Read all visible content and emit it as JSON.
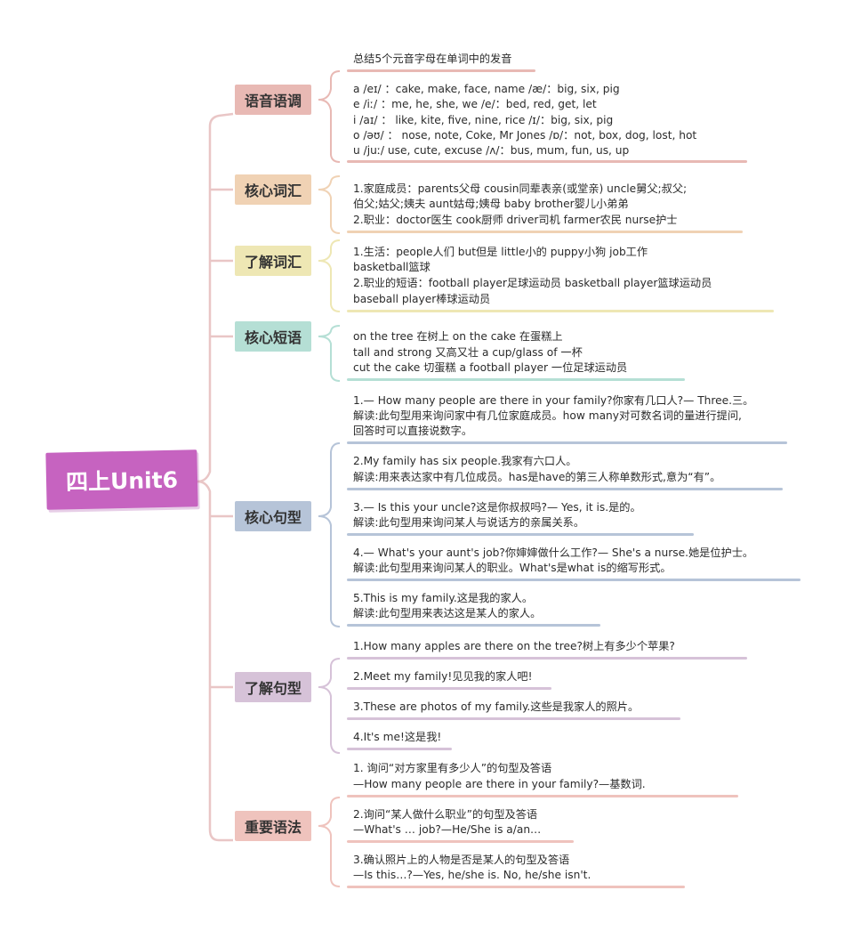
{
  "root": {
    "label": "四上Unit6",
    "color": "#c663c0"
  },
  "branches": [
    {
      "label": "语音语调",
      "color": "#e8b9b4",
      "blocks": [
        {
          "lines": [
            "总结5个元音字母在单词中的发音"
          ]
        },
        {
          "lines": [
            "a /eɪ/ ：cake, make, face, name      /æ/：big, six, pig",
            "e /iː/ ：me, he, she, we                    /e/：bed, red, get, let",
            "i /aɪ/ ： like, kite, five, nine, rice      /ɪ/：big, six, pig",
            "o /əʊ/ ： nose, note, Coke, Mr Jones    /ɒ/：not, box, dog, lost, hot",
            "u /juː/ use, cute, excuse          /ʌ/：bus, mum, fun, us, up"
          ]
        }
      ]
    },
    {
      "label": "核心词汇",
      "color": "#f0d2b4",
      "blocks": [
        {
          "lines": [
            "1.家庭成员：parents父母   cousin同辈表亲(或堂亲)   uncle舅父;叔父;",
            "伯父;姑父;姨夫   aunt姑母;姨母   baby brother婴儿小弟弟",
            "2.职业：doctor医生   cook厨师   driver司机   farmer农民   nurse护士"
          ]
        }
      ]
    },
    {
      "label": "了解词汇",
      "color": "#eee7b4",
      "blocks": [
        {
          "lines": [
            "1.生活：people人们   but但是   little小的   puppy小狗   job工作",
            "basketball篮球",
            "2.职业的短语：football player足球运动员   basketball player篮球运动员",
            "baseball player棒球运动员"
          ]
        }
      ]
    },
    {
      "label": "核心短语",
      "color": "#b5dfd5",
      "blocks": [
        {
          "lines": [
            " on the tree  在树上       on the cake  在蛋糕上",
            "tall and strong  又高又壮      a cup/glass of  一杯",
            "cut the cake  切蛋糕    a football player  一位足球运动员"
          ]
        }
      ]
    },
    {
      "label": "核心句型",
      "color": "#b6c4d8",
      "blocks": [
        {
          "lines": [
            "1.— How many people are there in your family?你家有几口人?— Three.三。",
            "解读:此句型用来询问家中有几位家庭成员。how many对可数名词的量进行提问,",
            "回答时可以直接说数字。"
          ]
        },
        {
          "lines": [
            "2.My family has six people.我家有六口人。",
            "解读:用来表达家中有几位成员。has是have的第三人称单数形式,意为“有”。"
          ]
        },
        {
          "lines": [
            "3.— Is this your uncle?这是你叔叔吗?— Yes, it is.是的。",
            "解读:此句型用来询问某人与说话方的亲属关系。"
          ]
        },
        {
          "lines": [
            "4.— What's your aunt's job?你婶婶做什么工作?— She's a nurse.她是位护士。",
            "解读:此句型用来询问某人的职业。What's是what is的缩写形式。"
          ]
        },
        {
          "lines": [
            "5.This is my family.这是我的家人。",
            "解读:此句型用来表达这是某人的家人。"
          ]
        }
      ]
    },
    {
      "label": "了解句型",
      "color": "#d6c2d8",
      "blocks": [
        {
          "lines": [
            "1.How many apples are there on the tree?树上有多少个苹果?"
          ]
        },
        {
          "lines": [
            "2.Meet my family!见见我的家人吧!"
          ]
        },
        {
          "lines": [
            "3.These are photos of my family.这些是我家人的照片。"
          ]
        },
        {
          "lines": [
            "4.It's me!这是我!"
          ]
        }
      ]
    },
    {
      "label": "重要语法",
      "color": "#efc3bd",
      "blocks": [
        {
          "lines": [
            "1. 询问“对方家里有多少人”的句型及答语",
            " —How many people are there in your family?—基数词."
          ]
        },
        {
          "lines": [
            "2.询问“某人做什么职业”的句型及答语",
            " —What's … job?—He/She is a/an…"
          ]
        },
        {
          "lines": [
            "3.确认照片上的人物是否是某人的句型及答语",
            "—Is this…?—Yes, he/she is. No, he/she isn't."
          ]
        }
      ]
    }
  ]
}
